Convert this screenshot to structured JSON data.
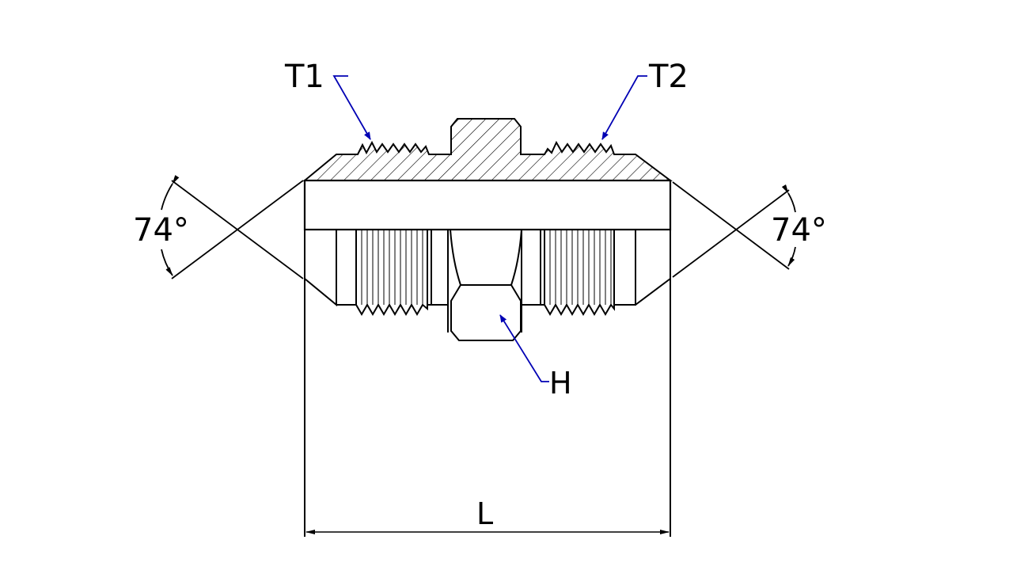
{
  "drawing": {
    "labels": {
      "thread_1": "T1",
      "thread_2": "T2",
      "hex": "H",
      "length": "L",
      "angle_left": "74°",
      "angle_right": "74°"
    },
    "colors": {
      "line": "#000000",
      "leader": "#0000b4",
      "background": "#ffffff"
    }
  }
}
